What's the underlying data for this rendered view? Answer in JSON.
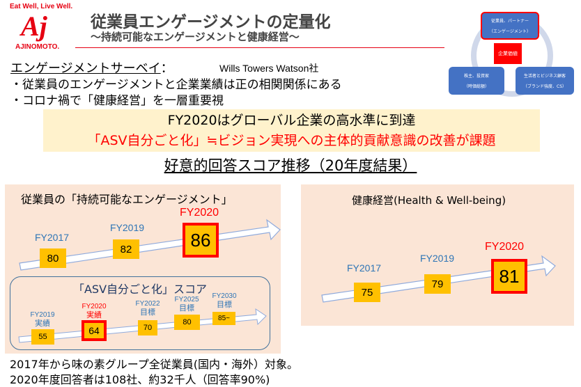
{
  "logo": {
    "tagline": "Eat Well, Live Well.",
    "mark": "Aj",
    "name": "AJINOMOTO."
  },
  "header": {
    "title": "従業員エンゲージメントの定量化",
    "subtitle": "～持続可能なエンゲージメントと健康経営～"
  },
  "diagram": {
    "top_line1": "従業員、パートナー",
    "top_line2": "（エンゲージメント）",
    "center": "企業価値",
    "left_line1": "株主、投資家",
    "left_line2": "（時価総額）",
    "right_line1": "生活者とビジネス顧客",
    "right_line2": "（ブランド強度、CS）"
  },
  "survey": {
    "label": "エンゲージメントサーベイ",
    "colon": "：",
    "vendor": "Wills Towers Watson社",
    "bullets": [
      "・従業員のエンゲージメントと企業業績は正の相関関係にある",
      "・コロナ禍で「健康経営」を一層重要視"
    ]
  },
  "banner": {
    "line1": "FY2020はグローバル企業の高水準に到達",
    "line2": "「ASV自分ごと化」≒ビジョン実現への主体的貢献意識の改善が課題"
  },
  "section_heading": "好意的回答スコア推移（20年度結果）",
  "engagement": {
    "title": "従業員の「持続可能なエンゲージメント」",
    "points": [
      {
        "label": "FY2017",
        "value": "80"
      },
      {
        "label": "FY2019",
        "value": "82"
      },
      {
        "label": "FY2020",
        "value": "86"
      }
    ]
  },
  "asv": {
    "title": "「ASV自分ごと化」スコア",
    "points": [
      {
        "year": "FY2019",
        "kind": "実績",
        "value": "55"
      },
      {
        "year": "FY2020",
        "kind": "実績",
        "value": "64"
      },
      {
        "year": "FY2022",
        "kind": "目標",
        "value": "70"
      },
      {
        "year": "FY2025",
        "kind": "目標",
        "value": "80"
      },
      {
        "year": "FY2030",
        "kind": "目標",
        "value": "85~"
      }
    ]
  },
  "health": {
    "title": "健康経営(Health & Well-being)",
    "points": [
      {
        "label": "FY2017",
        "value": "75"
      },
      {
        "label": "FY2019",
        "value": "79"
      },
      {
        "label": "FY2020",
        "value": "81"
      }
    ]
  },
  "footer": [
    "2017年から味の素グループ全従業員(国内・海外）対象。",
    "2020年度回答者は108社、約32千人（回答率90%)"
  ],
  "colors": {
    "accent_red": "#ff0000",
    "score_yellow": "#ffc000",
    "label_blue": "#2e75b6",
    "panel": "#fbe5d6",
    "banner": "#fff2cc"
  }
}
